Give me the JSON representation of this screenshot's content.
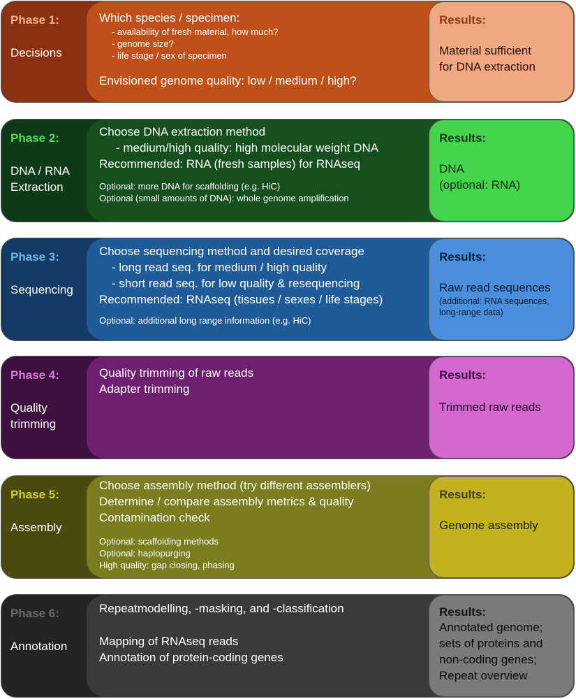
{
  "results_label": "Results:",
  "phases": [
    {
      "id": "Phase 1:",
      "name": [
        "Decisions"
      ],
      "main": [
        "Which species / specimen:"
      ],
      "bullets": [
        "- availability of fresh material, how much?",
        "- genome size?",
        "- life stage / sex of specimen"
      ],
      "extra": [
        "Envisioned genome quality: low / medium / high?"
      ],
      "optional": [],
      "result": [
        "Material sufficient",
        "for DNA extraction"
      ],
      "result_small": []
    },
    {
      "id": "Phase 2:",
      "name": [
        "DNA / RNA",
        "Extraction"
      ],
      "main": [
        "Choose DNA extraction method"
      ],
      "bullets": [
        "- medium/high quality: high molecular weight DNA"
      ],
      "extra": [
        "Recommended: RNA (fresh samples) for RNAseq"
      ],
      "optional": [
        "Optional: more DNA for scaffolding (e.g. HiC)",
        "Optional (small amounts of DNA): whole genome amplification"
      ],
      "result": [
        "DNA",
        "(optional: RNA)"
      ],
      "result_small": []
    },
    {
      "id": "Phase 3:",
      "name": [
        "Sequencing"
      ],
      "main": [
        "Choose sequencing method and desired coverage"
      ],
      "bullets": [
        "- long read seq. for medium / high quality",
        "- short read seq. for low quality & resequencing"
      ],
      "extra": [
        "Recommended: RNAseq (tissues / sexes / life stages)"
      ],
      "optional": [
        "Optional: additional long range information (e.g. HiC)"
      ],
      "result": [
        "Raw read sequences"
      ],
      "result_small": [
        "(additional: RNA sequences,",
        "long-range data)"
      ]
    },
    {
      "id": "Phase 4:",
      "name": [
        "Quality",
        "trimming"
      ],
      "main": [
        "Quality trimming of raw reads",
        "Adapter trimming"
      ],
      "bullets": [],
      "extra": [],
      "optional": [],
      "result": [
        "Trimmed raw reads"
      ],
      "result_small": []
    },
    {
      "id": "Phase 5:",
      "name": [
        "Assembly"
      ],
      "main": [
        "Choose assembly method (try different assemblers)",
        "Determine / compare assembly metrics & quality",
        "Contamination check"
      ],
      "bullets": [],
      "extra": [],
      "optional": [
        "Optional: scaffolding methods",
        "Optional: haplopurging",
        "High quality: gap closing, phasing"
      ],
      "result": [
        "Genome assembly"
      ],
      "result_small": []
    },
    {
      "id": "Phase 6:",
      "name": [
        "Annotation"
      ],
      "main": [
        "Repeatmodelling, -masking, and -classification"
      ],
      "bullets": [],
      "extra": [
        "Mapping of RNAseq reads",
        "Annotation of protein-coding genes"
      ],
      "optional": [],
      "result": [
        "Annotated genome;",
        "sets of proteins and",
        "non-coding genes;",
        "Repeat overview"
      ],
      "result_small": []
    }
  ],
  "colors": {
    "p1": {
      "outer": "#8b3010",
      "mid": "#c0501a",
      "res": "#f0a880",
      "title": "#f5b48a",
      "res_title": "#8b3a14",
      "res_text": "#2a1208"
    },
    "p2": {
      "outer": "#0f3a18",
      "mid": "#154f1e",
      "res": "#44d44e",
      "title": "#4ee058",
      "res_title": "#0c3a14",
      "res_text": "#082a0c"
    },
    "p3": {
      "outer": "#163a66",
      "mid": "#1f5a99",
      "res": "#4a8fdb",
      "title": "#6ab5ea",
      "res_title": "#0a2040",
      "res_text": "#0a1a30"
    },
    "p4": {
      "outer": "#3e1040",
      "mid": "#6e1f6e",
      "res": "#d467d0",
      "title": "#d87ed6",
      "res_title": "#3e0e40",
      "res_text": "#1e0620"
    },
    "p5": {
      "outer": "#4a4a10",
      "mid": "#7a7c1e",
      "res": "#c3b21e",
      "title": "#d6ce2e",
      "res_title": "#444010",
      "res_text": "#1e1e06"
    },
    "p6": {
      "outer": "#232323",
      "mid": "#3a3a3a",
      "res": "#7a7a7a",
      "title": "#6a6a6a",
      "res_title": "#141414",
      "res_text": "#0a0a0a"
    }
  }
}
